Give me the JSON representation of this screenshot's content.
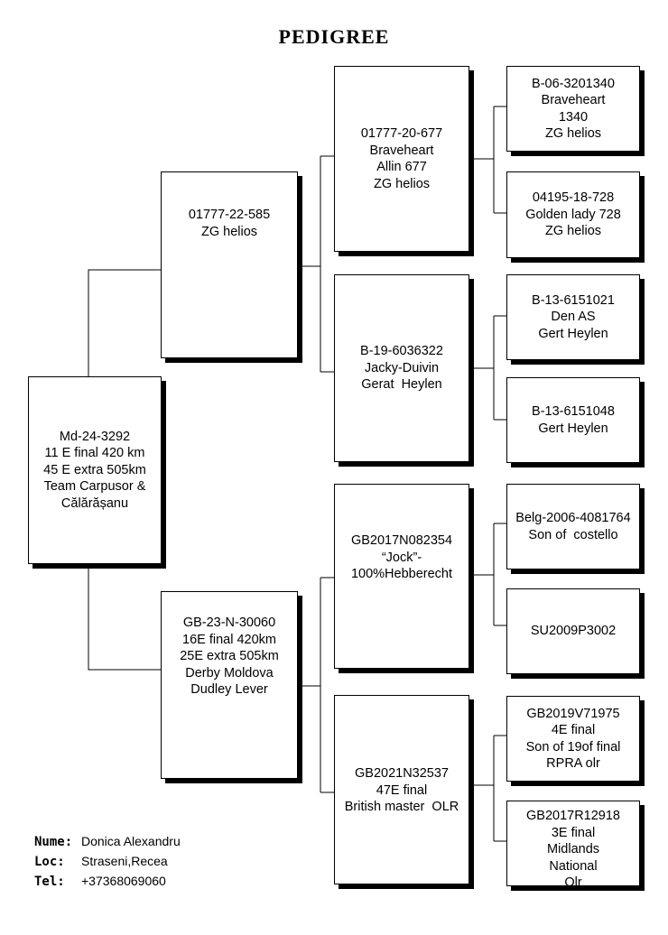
{
  "title": "PEDIGREE",
  "subject": [
    "Md-24-3292",
    "11 E final 420 km",
    "45 E extra 505km",
    "Team Carpusor &",
    "Călărășanu"
  ],
  "sire": [
    "01777-22-585",
    "ZG helios"
  ],
  "dam": [
    "GB-23-N-30060",
    "16E final 420km",
    "25E extra 505km",
    "Derby Moldova",
    "Dudley Lever"
  ],
  "sire_sire": [
    "01777-20-677",
    "Braveheart",
    "Allin 677",
    "ZG helios"
  ],
  "sire_dam": [
    "B-19-6036322",
    "Jacky-Duivin",
    "Gerat  Heylen"
  ],
  "dam_sire": [
    "GB2017N082354",
    "“Jock”-",
    "100%Hebberecht"
  ],
  "dam_dam": [
    "GB2021N32537",
    "47E final",
    "British master  OLR"
  ],
  "ss_sire": [
    "B-06-3201340",
    "Braveheart",
    "1340",
    "ZG helios"
  ],
  "ss_dam": [
    "04195-18-728",
    "Golden lady 728",
    "ZG helios"
  ],
  "sd_sire": [
    "B-13-6151021",
    "Den AS",
    "Gert Heylen"
  ],
  "sd_dam": [
    "B-13-6151048",
    "Gert Heylen"
  ],
  "ds_sire": [
    "Belg-2006-4081764",
    "Son of  costello"
  ],
  "ds_dam": [
    "SU2009P3002"
  ],
  "dd_sire": [
    "GB2019V71975",
    "4E final",
    "Son of 19of final",
    "RPRA olr"
  ],
  "dd_dam": [
    "GB2017R12918",
    "3E final",
    "Midlands",
    "National",
    "Olr"
  ],
  "footer": {
    "name_label": "Nume:",
    "name_value": "Donica Alexandru",
    "loc_label": "Loc:",
    "loc_value": "Straseni,Recea",
    "tel_label": "Tel:",
    "tel_value": "+37368069060"
  }
}
